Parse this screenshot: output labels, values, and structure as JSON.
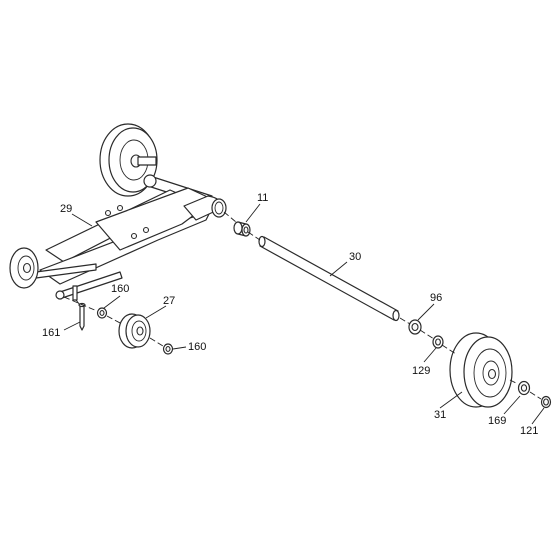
{
  "callouts": {
    "c11": "11",
    "c29": "29",
    "c30": "30",
    "c160a": "160",
    "c27": "27",
    "c161": "161",
    "c160b": "160",
    "c96": "96",
    "c129": "129",
    "c31": "31",
    "c169": "169",
    "c121": "121"
  },
  "colors": {
    "line": "#2b2b2b",
    "part_fill": "#e4e4e4",
    "background": "#ffffff"
  }
}
